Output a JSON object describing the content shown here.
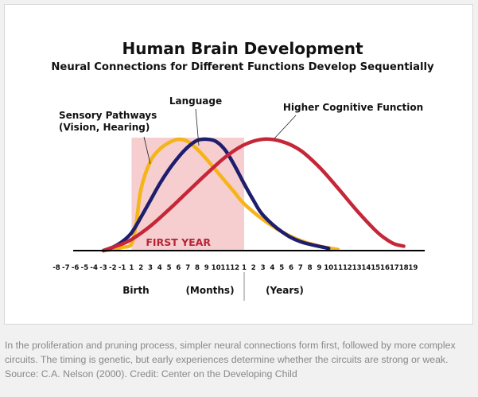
{
  "chart_data": {
    "type": "line",
    "title": "Human Brain Development",
    "subtitle": "Neural Connections for Different Functions Develop Sequentially",
    "highlight_label": "FIRST YEAR",
    "highlight_range": [
      0,
      12
    ],
    "x_ticks": [
      "-8",
      "-7",
      "-6",
      "-5",
      "-4",
      "-3",
      "-2",
      "-1",
      "1",
      "2",
      "3",
      "4",
      "5",
      "6",
      "7",
      "8",
      "9",
      "10",
      "11",
      "12",
      "1",
      "2",
      "3",
      "4",
      "5",
      "6",
      "7",
      "8",
      "9",
      "10",
      "11",
      "12",
      "13",
      "14",
      "15",
      "16",
      "17",
      "18",
      "19"
    ],
    "x_sections": {
      "birth": "Birth",
      "months": "(Months)",
      "years": "(Years)"
    },
    "series": [
      {
        "name": "Sensory Pathways\n(Vision, Hearing)",
        "color": "#f5b418",
        "x": [
          -3,
          -2,
          -1,
          0,
          0.5,
          1,
          2,
          3,
          4,
          5,
          6,
          7,
          8,
          9,
          10,
          11,
          12,
          14,
          16,
          18,
          20,
          22
        ],
        "y": [
          0,
          1,
          3,
          6,
          25,
          55,
          80,
          91,
          97,
          100,
          98,
          91,
          82,
          72,
          62,
          52,
          42,
          28,
          17,
          9,
          4,
          1
        ]
      },
      {
        "name": "Language",
        "color": "#1e1e6e",
        "x": [
          -3,
          -2,
          -1,
          0,
          1,
          2,
          3,
          4,
          5,
          6,
          7,
          8,
          9,
          10,
          11,
          12,
          13,
          14,
          16,
          18,
          21
        ],
        "y": [
          0,
          3,
          8,
          16,
          30,
          45,
          60,
          73,
          84,
          93,
          99,
          100,
          98,
          90,
          76,
          60,
          45,
          32,
          17,
          8,
          2
        ]
      },
      {
        "name": "Higher Cognitive Function",
        "color": "#c52638",
        "x": [
          -3,
          -2,
          -1,
          0,
          2,
          4,
          6,
          8,
          10,
          12,
          14,
          16,
          18,
          20,
          22,
          24,
          26,
          27,
          28,
          29
        ],
        "y": [
          0,
          3,
          6,
          10,
          22,
          37,
          53,
          69,
          84,
          95,
          100,
          98,
          90,
          75,
          56,
          36,
          18,
          11,
          6,
          4
        ]
      }
    ]
  },
  "caption": "In the proliferation and pruning process, simpler neural connections form first, followed by more complex circuits. The timing is genetic, but early experiences determine whether the circuits are strong or weak. Source: C.A. Nelson (2000). Credit: Center on the Developing Child"
}
